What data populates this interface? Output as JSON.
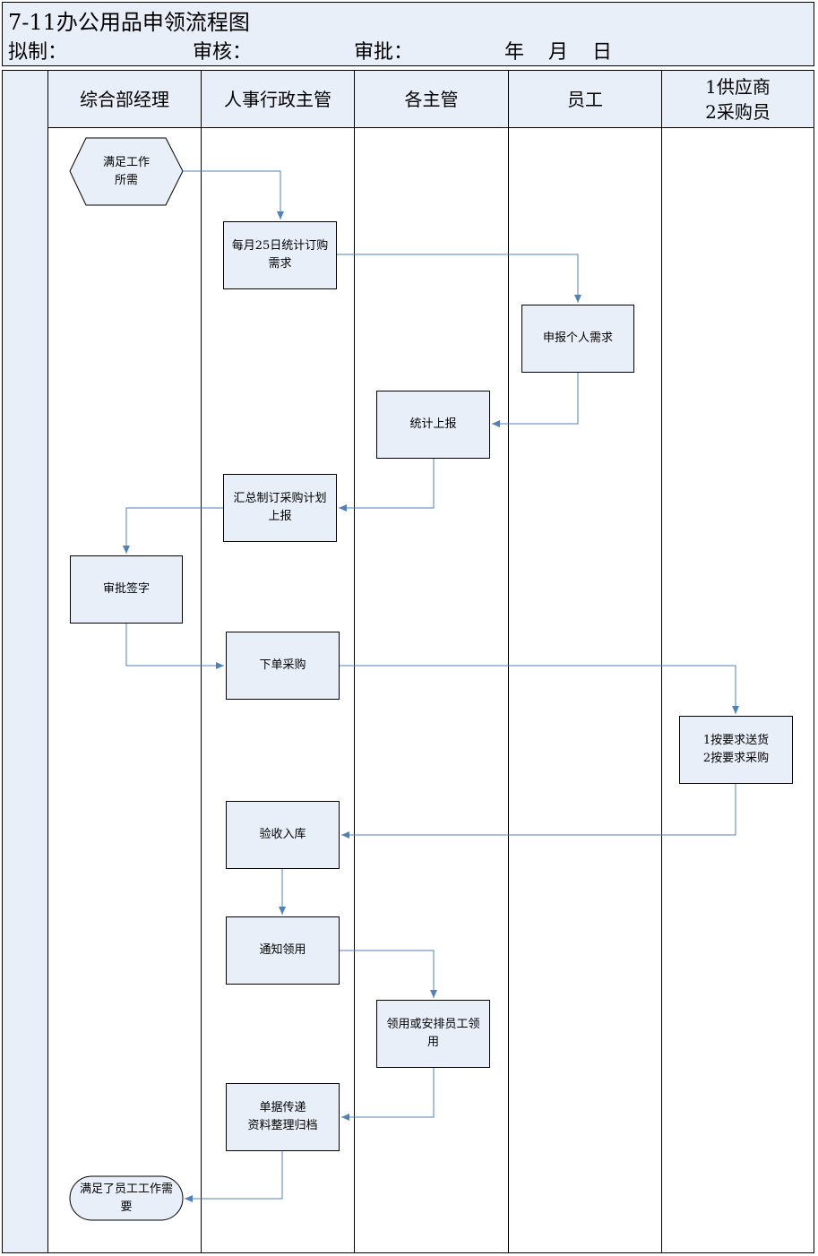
{
  "header": {
    "title": "7-11办公用品申领流程图",
    "drafter_label": "拟制：",
    "reviewer_label": "审核：",
    "approver_label": "审批：",
    "date_year": "年",
    "date_month": "月",
    "date_day": "日"
  },
  "lanes": [
    {
      "name": "综合部经理"
    },
    {
      "name": "人事行政主管"
    },
    {
      "name": "各主管"
    },
    {
      "name": "员工"
    },
    {
      "name": "1供应商\n2采购员"
    }
  ],
  "nodes": {
    "start": "满足工作\n所需",
    "monthly_stats": "每月25日统计订购\n需求",
    "declare_needs": "申报个人需求",
    "stat_report": "统计上报",
    "summary_plan": "汇总制订采购计划\n上报",
    "approve_sign": "审批签字",
    "place_order": "下单采购",
    "deliver": "1按要求送货\n2按要求采购",
    "inspect_store": "验收入库",
    "notify_collect": "通知领用",
    "collect": "领用或安排员工领\n用",
    "archive": "单据传递\n资料整理归档",
    "end": "满足了员工工作需\n要"
  },
  "colors": {
    "fill": "#e9eff8",
    "connector": "#4f81bd",
    "border": "#000000"
  }
}
